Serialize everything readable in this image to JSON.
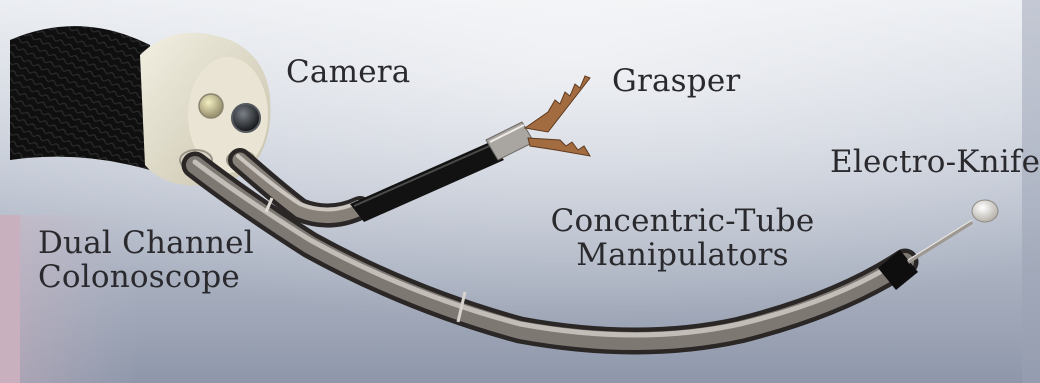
{
  "figure": {
    "labels": {
      "camera": "Camera",
      "grasper": "Grasper",
      "electro_knife": "Electro-Knife",
      "concentric_tube_line1": "Concentric-Tube",
      "concentric_tube_line2": "Manipulators",
      "colonoscope_line1": "Dual Channel",
      "colonoscope_line2": "Colonoscope"
    },
    "colors": {
      "background_top": "#e4e8ef",
      "background_mid": "#b9c1cf",
      "background_bottom": "#8f98ab",
      "left_panel": "#c9b0bf",
      "scope_body": "#1c1c1c",
      "scope_cap": "#e7e2cf",
      "tube_dark": "#3e3a38",
      "tube_light": "#b8b2ad",
      "grasper_jaw": "#a06a3e",
      "label_text": "#2a2a2e"
    }
  }
}
